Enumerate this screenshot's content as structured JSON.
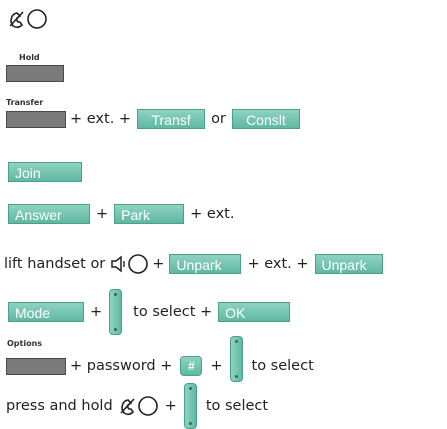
{
  "hold": {
    "label": "Hold"
  },
  "transfer": {
    "label": "Transfer",
    "plus_ext": "+ ext. +",
    "softkey_transf": "Transf",
    "or": "or",
    "softkey_conslt": "Conslt"
  },
  "join": {
    "softkey": "Join"
  },
  "park": {
    "softkey_answer": "Answer",
    "plus": "+",
    "softkey_park": "Park",
    "plus_ext": "+ ext."
  },
  "unpark": {
    "prefix": "lift handset or",
    "plus": "+",
    "softkey_unpark_1": "Unpark",
    "plus_ext": "+ ext. +",
    "softkey_unpark_2": "Unpark"
  },
  "mode": {
    "softkey_mode": "Mode",
    "plus": "+",
    "to_select": "to select +",
    "softkey_ok": "OK"
  },
  "options": {
    "label": "Options",
    "plus_password": "+ password +",
    "hash_key": "#",
    "plus": "+",
    "to_select": "to select"
  },
  "press_hold": {
    "prefix": "press and hold",
    "plus": "+",
    "to_select": "to select"
  }
}
